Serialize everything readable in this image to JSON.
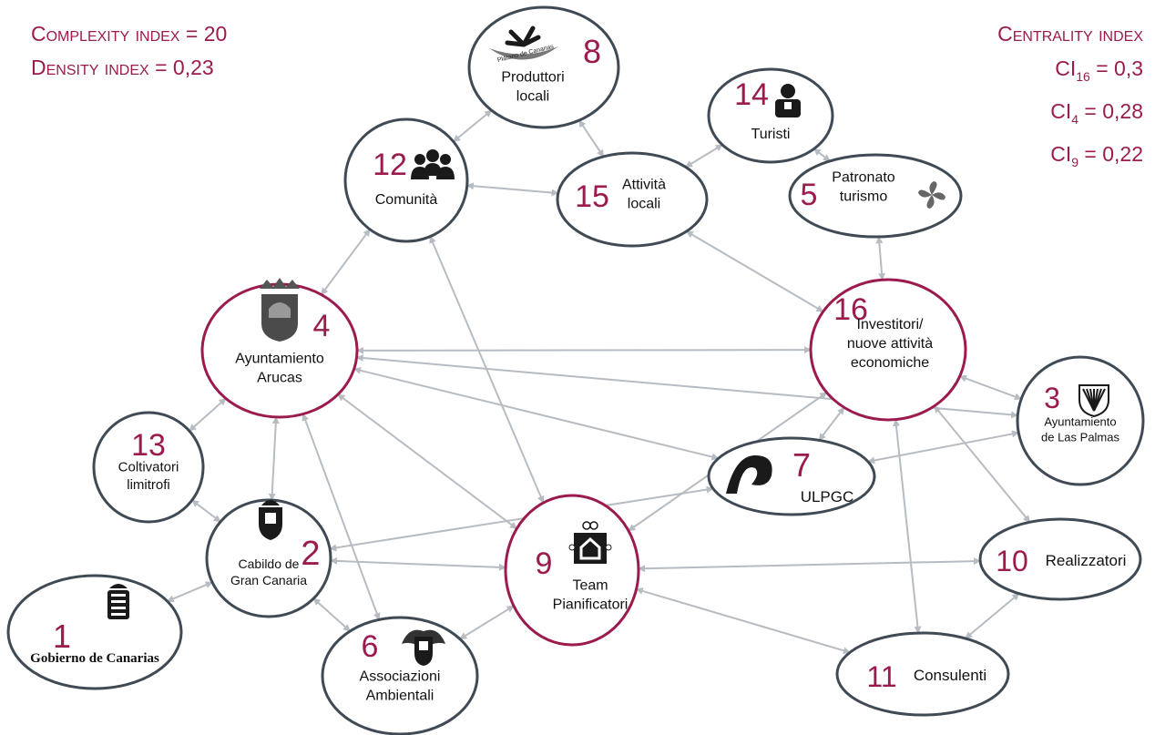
{
  "indices": {
    "complexity": "Complexity index = 20",
    "density": "Density index = 0,23",
    "centrality_title": "Centrality index",
    "centrality": [
      {
        "prefix": "CI",
        "sub": "16",
        "value": " = 0,3"
      },
      {
        "prefix": "CI",
        "sub": "4",
        "value": " = 0,28"
      },
      {
        "prefix": "CI",
        "sub": "9",
        "value": " = 0,22"
      }
    ]
  },
  "colors": {
    "accent": "#9b1b4e",
    "node_border": "#404a55",
    "edge": "#b6bcc2"
  },
  "nodes": [
    {
      "id": "1",
      "number": "1",
      "lines": [
        "Gobierno de Canarias"
      ],
      "highlight": false,
      "icon": "gobierno-de-canarias-logo-icon"
    },
    {
      "id": "2",
      "number": "2",
      "lines": [
        "Cabildo de",
        "Gran Canaria"
      ],
      "highlight": false,
      "icon": "cabildo-crest-icon"
    },
    {
      "id": "3",
      "number": "3",
      "lines": [
        "Ayuntamiento",
        "de Las Palmas"
      ],
      "highlight": false,
      "icon": "las-palmas-palm-icon"
    },
    {
      "id": "4",
      "number": "4",
      "lines": [
        "Ayuntamiento",
        "Arucas"
      ],
      "highlight": true,
      "icon": "arucas-coat-of-arms-icon"
    },
    {
      "id": "5",
      "number": "5",
      "lines": [
        "Patronato",
        "turismo"
      ],
      "highlight": false,
      "icon": "patronato-turismo-logo-icon"
    },
    {
      "id": "6",
      "number": "6",
      "lines": [
        "Associazioni",
        "Ambientali"
      ],
      "highlight": false,
      "icon": "associazioni-crest-icon"
    },
    {
      "id": "7",
      "number": "7",
      "lines": [
        "ULPGC"
      ],
      "highlight": false,
      "icon": "ulpgc-logo-icon"
    },
    {
      "id": "8",
      "number": "8",
      "lines": [
        "Produttori",
        "locali"
      ],
      "highlight": false,
      "icon": "platano-de-canarias-logo-icon",
      "logo_text": "Plátano de Canarias"
    },
    {
      "id": "9",
      "number": "9",
      "lines": [
        "Team",
        "Pianificatori"
      ],
      "highlight": true,
      "icon": "team-pianificatori-logo-icon"
    },
    {
      "id": "10",
      "number": "10",
      "lines": [
        "Realizzatori"
      ],
      "highlight": false,
      "icon": ""
    },
    {
      "id": "11",
      "number": "11",
      "lines": [
        "Consulenti"
      ],
      "highlight": false,
      "icon": ""
    },
    {
      "id": "12",
      "number": "12",
      "lines": [
        "Comunità"
      ],
      "highlight": false,
      "icon": "people-group-icon"
    },
    {
      "id": "13",
      "number": "13",
      "lines": [
        "Coltivatori",
        "limitrofi"
      ],
      "highlight": false,
      "icon": ""
    },
    {
      "id": "14",
      "number": "14",
      "lines": [
        "Turisti"
      ],
      "highlight": false,
      "icon": "tourist-person-icon"
    },
    {
      "id": "15",
      "number": "15",
      "lines": [
        "Attività",
        "locali"
      ],
      "highlight": false,
      "icon": ""
    },
    {
      "id": "16",
      "number": "16",
      "lines": [
        "Investitori/",
        "nuove attività",
        "economiche"
      ],
      "highlight": true,
      "icon": ""
    }
  ],
  "edges": [
    [
      "1",
      "2"
    ],
    [
      "13",
      "4"
    ],
    [
      "13",
      "2"
    ],
    [
      "4",
      "2"
    ],
    [
      "4",
      "12"
    ],
    [
      "4",
      "16"
    ],
    [
      "4",
      "7"
    ],
    [
      "4",
      "9"
    ],
    [
      "4",
      "3"
    ],
    [
      "12",
      "8"
    ],
    [
      "12",
      "15"
    ],
    [
      "12",
      "9"
    ],
    [
      "8",
      "15"
    ],
    [
      "15",
      "14"
    ],
    [
      "14",
      "5"
    ],
    [
      "15",
      "16"
    ],
    [
      "5",
      "16"
    ],
    [
      "16",
      "3"
    ],
    [
      "16",
      "7"
    ],
    [
      "16",
      "9"
    ],
    [
      "16",
      "10"
    ],
    [
      "16",
      "11"
    ],
    [
      "7",
      "3"
    ],
    [
      "7",
      "2"
    ],
    [
      "2",
      "9"
    ],
    [
      "6",
      "2"
    ],
    [
      "6",
      "4"
    ],
    [
      "6",
      "9"
    ],
    [
      "9",
      "10"
    ],
    [
      "11",
      "9"
    ],
    [
      "11",
      "10"
    ]
  ]
}
